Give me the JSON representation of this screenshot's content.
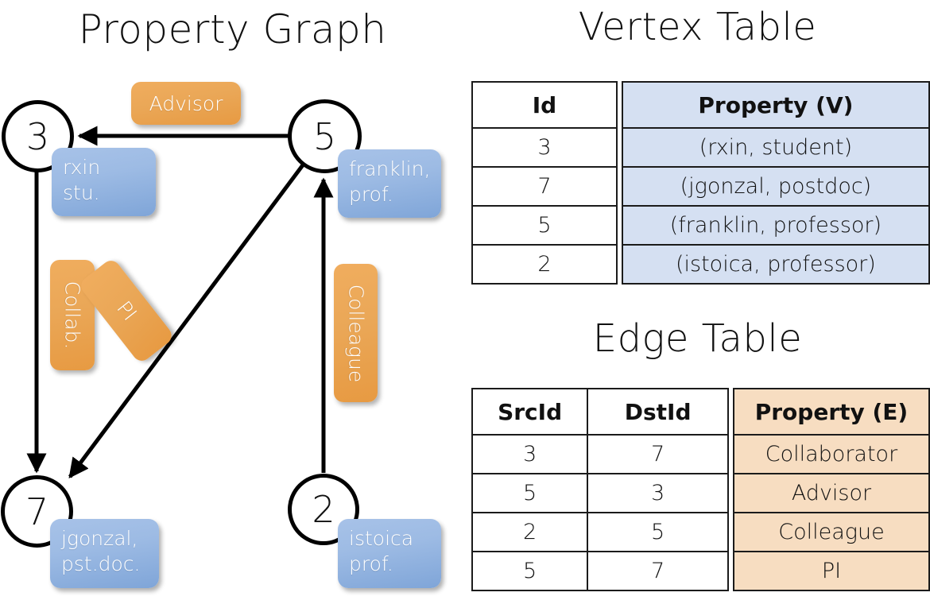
{
  "titles": {
    "graph": "Property Graph",
    "vertex": "Vertex Table",
    "edge": "Edge Table"
  },
  "colors": {
    "vertex_property_fill": "#d5e0f2",
    "edge_property_fill": "#f7ddc1",
    "node_box_blue": "#9dbbe4",
    "edge_label_orange": "#eaa757",
    "stroke": "#000000"
  },
  "graph": {
    "nodes": [
      {
        "id": "3",
        "line1": "rxin",
        "line2": "stu."
      },
      {
        "id": "5",
        "line1": "franklin,",
        "line2": "prof."
      },
      {
        "id": "7",
        "line1": "jgonzal,",
        "line2": "pst.doc."
      },
      {
        "id": "2",
        "line1": "istoica",
        "line2": "prof."
      }
    ],
    "edge_labels": [
      {
        "name": "advisor",
        "text": "Advisor"
      },
      {
        "name": "collab",
        "text": "Collab."
      },
      {
        "name": "pi",
        "text": "PI"
      },
      {
        "name": "colleague",
        "text": "Colleague"
      }
    ],
    "edges": [
      {
        "from": "5",
        "to": "3",
        "label": "Advisor"
      },
      {
        "from": "3",
        "to": "7",
        "label": "Collab."
      },
      {
        "from": "5",
        "to": "7",
        "label": "PI"
      },
      {
        "from": "2",
        "to": "5",
        "label": "Colleague"
      }
    ]
  },
  "vertex_table": {
    "headers": [
      "Id",
      "Property (V)"
    ],
    "rows": [
      {
        "id": "3",
        "property": "(rxin, student)"
      },
      {
        "id": "7",
        "property": "(jgonzal, postdoc)"
      },
      {
        "id": "5",
        "property": "(franklin, professor)"
      },
      {
        "id": "2",
        "property": "(istoica, professor)"
      }
    ]
  },
  "edge_table": {
    "headers": [
      "SrcId",
      "DstId",
      "Property (E)"
    ],
    "rows": [
      {
        "src": "3",
        "dst": "7",
        "property": "Collaborator"
      },
      {
        "src": "5",
        "dst": "3",
        "property": "Advisor"
      },
      {
        "src": "2",
        "dst": "5",
        "property": "Colleague"
      },
      {
        "src": "5",
        "dst": "7",
        "property": "PI"
      }
    ]
  }
}
